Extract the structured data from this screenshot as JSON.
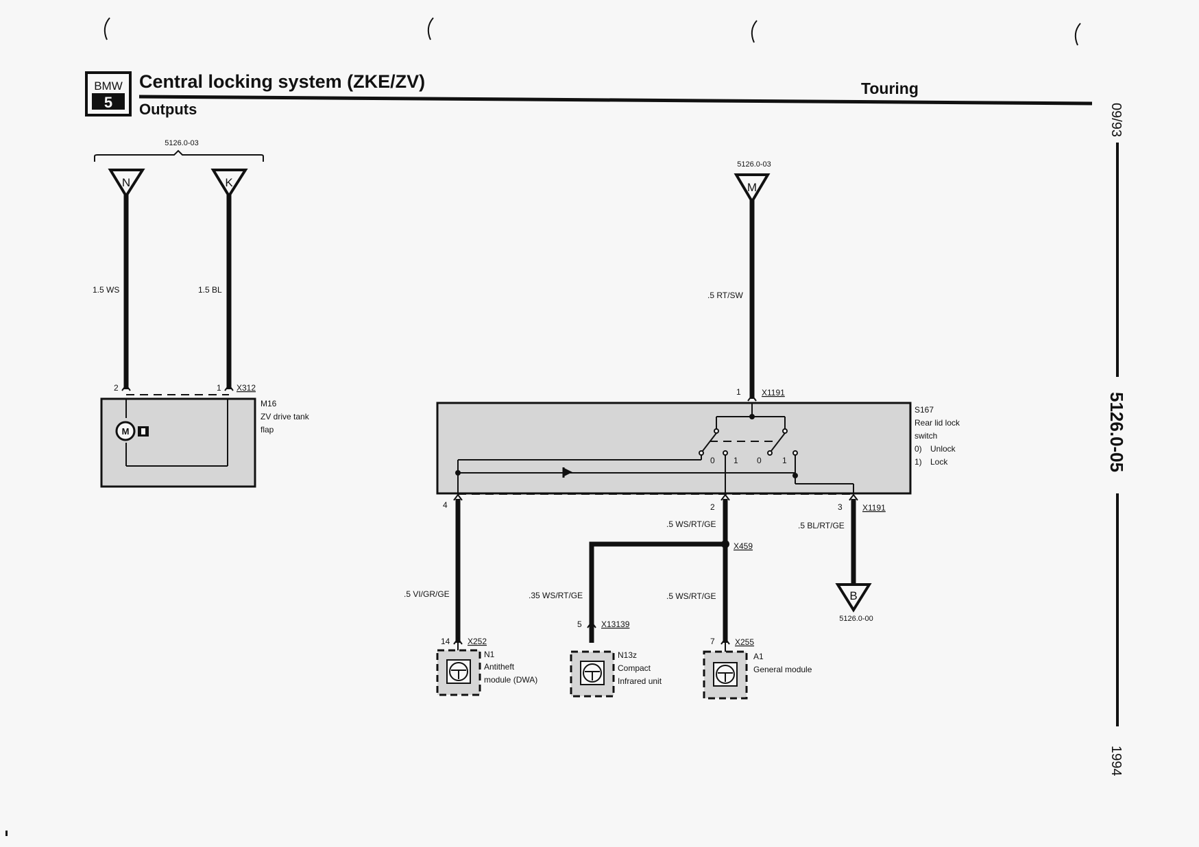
{
  "header": {
    "logo_top": "BMW",
    "logo_bottom": "5",
    "title": "Central locking system (ZKE/ZV)",
    "subtitle": "Outputs",
    "variant": "Touring"
  },
  "side": {
    "date": "09/93",
    "doc_number": "5126.0-05",
    "year": "1994"
  },
  "left_circuit": {
    "ref": "5126.0-03",
    "terminal_n": "N",
    "terminal_k": "K",
    "wire_n": "1.5 WS",
    "wire_k": "1.5 BL",
    "pin_n": "2",
    "pin_k": "1",
    "connector": "X312",
    "component_id": "M16",
    "component_desc_1": "ZV drive tank",
    "component_desc_2": "flap"
  },
  "right_circuit": {
    "ref_top": "5126.0-03",
    "terminal_m": "M",
    "wire_m": ".5 RT/SW",
    "pin_top": "1",
    "connector_top": "X1191",
    "switch_id": "S167",
    "switch_desc_1": "Rear lid lock",
    "switch_desc_2": "switch",
    "state_0_num": "0)",
    "state_0_label": "Unlock",
    "state_1_num": "1)",
    "state_1_label": "Lock",
    "contact_labels": [
      "0",
      "1",
      "0",
      "1"
    ],
    "pin_4": "4",
    "pin_2": "2",
    "pin_3": "3",
    "connector_bottom": "X1191",
    "wire_2": ".5 WS/RT/GE",
    "wire_3": ".5 BL/RT/GE",
    "splice": "X459",
    "terminal_b": "B",
    "ref_b": "5126.0-00",
    "wire_4": ".5 VI/GR/GE",
    "wire_n13": ".35 WS/RT/GE",
    "wire_a1": ".5 WS/RT/GE",
    "pin_14": "14",
    "conn_n1": "X252",
    "n1_id": "N1",
    "n1_desc_1": "Antitheft",
    "n1_desc_2": "module (DWA)",
    "pin_5": "5",
    "conn_n13": "X13139",
    "n13_id": "N13z",
    "n13_desc_1": "Compact",
    "n13_desc_2": "Infrared unit",
    "pin_7": "7",
    "conn_a1": "X255",
    "a1_id": "A1",
    "a1_desc_1": "General module"
  }
}
